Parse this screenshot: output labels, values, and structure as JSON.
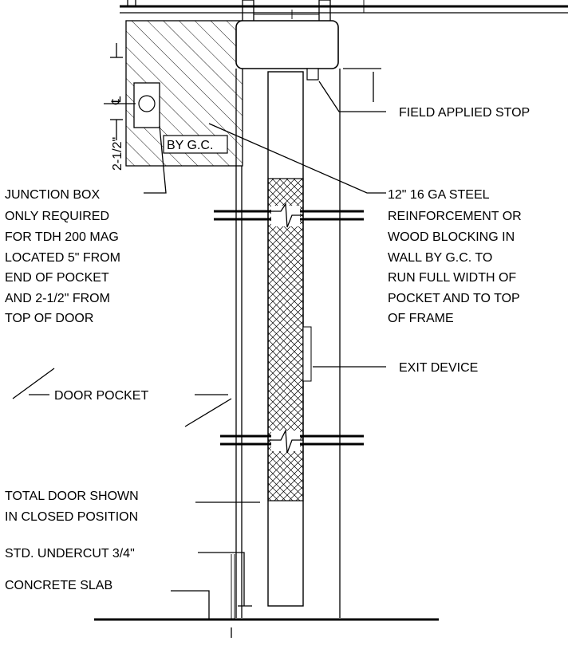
{
  "labels": {
    "field_applied_stop": "FIELD APPLIED STOP",
    "by_gc": "BY G.C.",
    "dim_2_half": "2-1/2\"",
    "centerline": "℄",
    "junction_box": [
      "JUNCTION BOX",
      "ONLY REQUIRED",
      "FOR TDH 200 MAG",
      "LOCATED 5\" FROM",
      "END OF POCKET",
      "AND 2-1/2\" FROM",
      "TOP OF DOOR"
    ],
    "reinforcement": [
      "12\" 16 GA STEEL",
      "REINFORCEMENT OR",
      "WOOD BLOCKING IN",
      "WALL BY G.C. TO",
      "RUN FULL WIDTH OF",
      "POCKET AND TO TOP",
      "OF FRAME"
    ],
    "exit_device": "EXIT DEVICE",
    "door_pocket": "DOOR POCKET",
    "total_door": [
      "TOTAL DOOR SHOWN",
      "IN CLOSED POSITION"
    ],
    "undercut": "STD. UNDERCUT 3/4\"",
    "concrete_slab": "CONCRETE SLAB"
  }
}
